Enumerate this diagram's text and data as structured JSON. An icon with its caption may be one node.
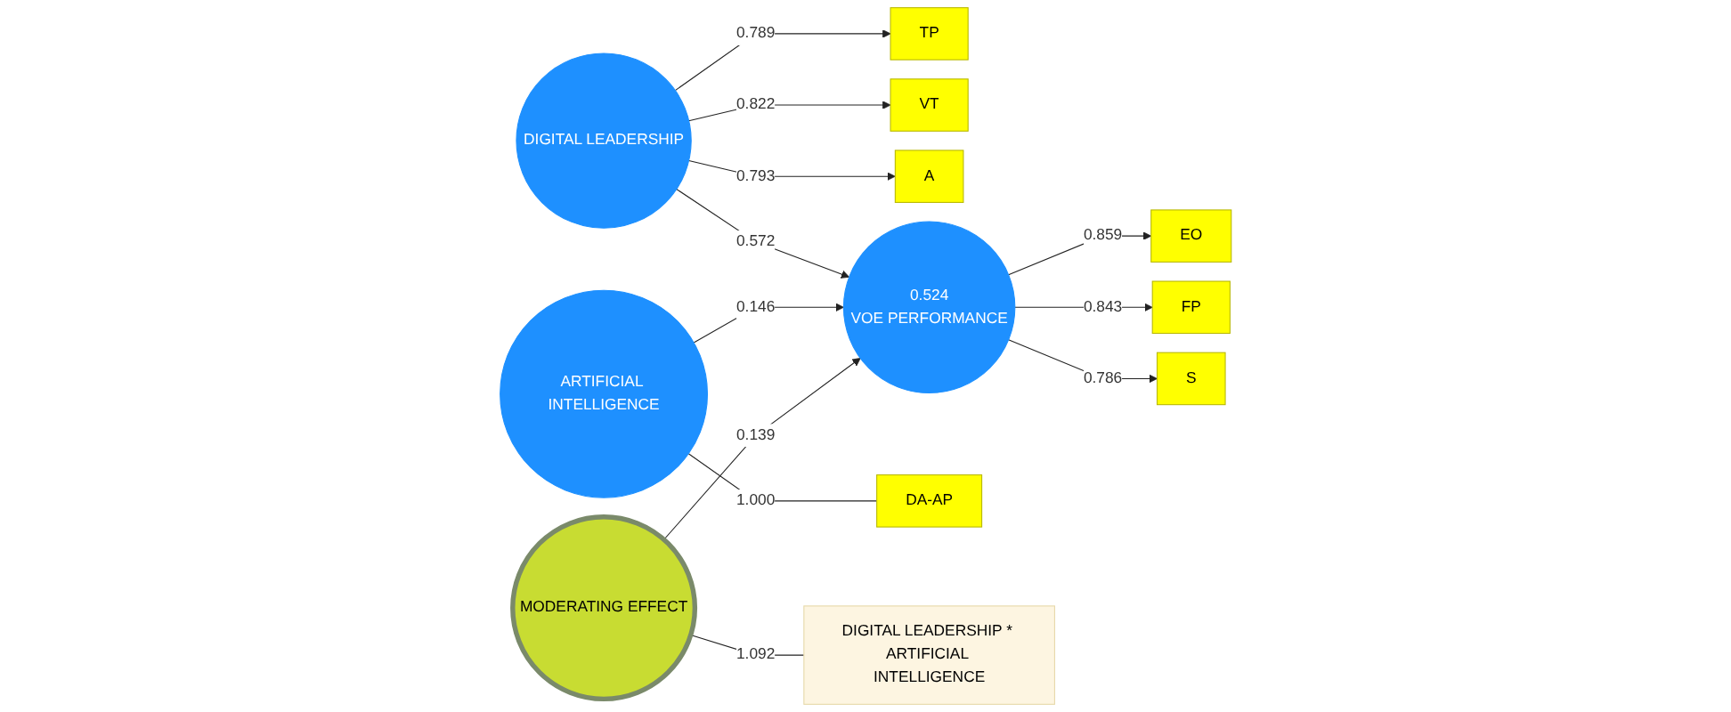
{
  "diagram": {
    "nodes": [
      {
        "text": [
          "TP"
        ]
      },
      {
        "text": [
          "VT"
        ]
      },
      {
        "text": [
          "A"
        ]
      },
      {
        "text": [
          "DIGITAL LEADERSHIP"
        ]
      },
      {
        "text": [
          "0.524",
          "VOE PERFORMANCE"
        ]
      },
      {
        "text": [
          "EO"
        ]
      },
      {
        "text": [
          "FP"
        ]
      },
      {
        "text": [
          "S"
        ]
      },
      {
        "text": [
          "ARTIFICIAL INTELLIGENCE"
        ]
      },
      {
        "text": [
          "DA-AP"
        ]
      },
      {
        "text": [
          "MODERATING EFFECT"
        ]
      },
      {
        "text": [
          "DIGITAL LEADERSHIP * ARTIFICIAL INTELLIGENCE"
        ]
      }
    ],
    "edges": [
      {
        "from": 3,
        "to": 0,
        "arrow": "to",
        "label": "0.789"
      },
      {
        "from": 3,
        "to": 1,
        "arrow": "to",
        "label": "0.822"
      },
      {
        "from": 3,
        "to": 2,
        "arrow": "to",
        "label": "0.793"
      },
      {
        "from": 3,
        "to": 4,
        "arrow": "to",
        "label": "0.572"
      },
      {
        "from": 8,
        "to": 4,
        "arrow": "to",
        "label": "0.146"
      },
      {
        "from": 8,
        "to": 9,
        "arrow": "none",
        "label": "1.000"
      },
      {
        "from": 10,
        "to": 4,
        "arrow": "to",
        "label": "0.139"
      },
      {
        "from": 10,
        "to": 11,
        "arrow": "none",
        "label": "1.092"
      },
      {
        "from": 4,
        "to": 5,
        "arrow": "to",
        "label": "0.859"
      },
      {
        "from": 4,
        "to": 6,
        "arrow": "to",
        "label": "0.843"
      },
      {
        "from": 4,
        "to": 7,
        "arrow": "to",
        "label": "0.786"
      }
    ]
  }
}
